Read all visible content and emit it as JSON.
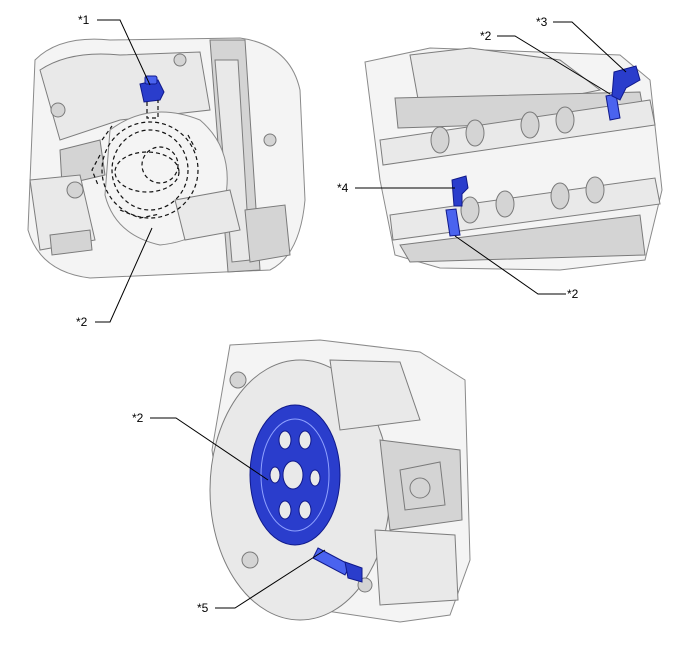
{
  "callouts": {
    "c1": "*1",
    "c2_top_left": "*2",
    "c2_top_right_upper": "*2",
    "c3": "*3",
    "c4": "*4",
    "c2_top_right_lower": "*2",
    "c2_bottom": "*2",
    "c5": "*5"
  },
  "colors": {
    "highlight": "#2a3dcc",
    "engine_base": "#e9e9e9",
    "outline": "#7d7d7d"
  },
  "views": [
    {
      "name": "crankshaft-position-sensor-view",
      "icons": [
        "sensor-icon",
        "timing-rotor-icon"
      ]
    },
    {
      "name": "camshaft-position-sensor-view",
      "icons": [
        "sensor-icon",
        "camshaft-icon"
      ]
    },
    {
      "name": "flywheel-sensor-view",
      "icons": [
        "sensor-icon",
        "signal-plate-icon"
      ]
    }
  ]
}
